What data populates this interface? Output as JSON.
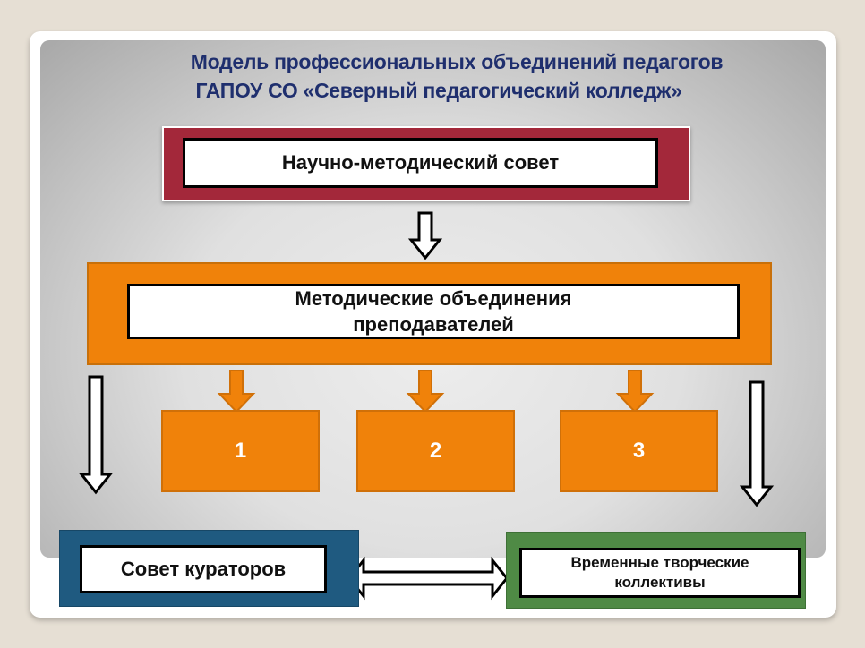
{
  "title": {
    "line1": "Модель профессиональных объединений педагогов",
    "line2": "ГАПОУ  СО «Северный педагогический колледж»"
  },
  "nodes": {
    "council": "Научно-методический совет",
    "methodical_line1": "Методические объединения",
    "methodical_line2": "преподавателей",
    "groups": [
      "1",
      "2",
      "3"
    ],
    "curators": "Совет кураторов",
    "creative_line1": "Временные творческие",
    "creative_line2": "коллективы"
  },
  "colors": {
    "title": "#1f2f6e",
    "council": "#a3283a",
    "methodical": "#f0820a",
    "curators": "#1f5a80",
    "creative": "#4f8a45"
  }
}
